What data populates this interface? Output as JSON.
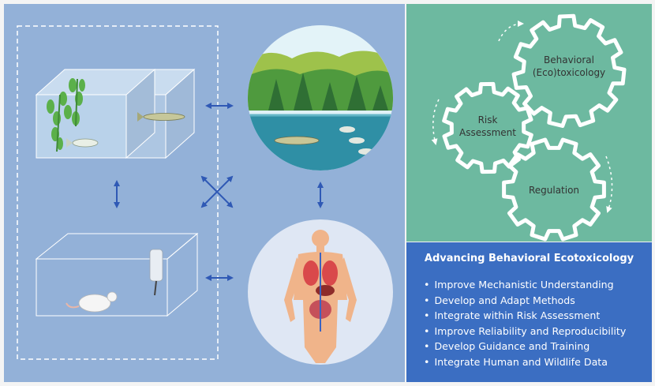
{
  "gears": {
    "behavioral_line1": "Behavioral",
    "behavioral_line2": "(Eco)toxicology",
    "risk_line1": "Risk",
    "risk_line2": "Assessment",
    "regulation": "Regulation"
  },
  "info": {
    "title": "Advancing Behavioral Ecotoxicology",
    "items": [
      "Improve Mechanistic Understanding",
      "Develop and Adapt Methods",
      "Integrate within Risk Assessment",
      "Improve Reliability and Reproducibility",
      "Develop Guidance and Training",
      "Integrate Human and Wildlife Data"
    ]
  },
  "colors": {
    "left_panel": "#93b1d8",
    "gear_panel": "#6db9a0",
    "info_panel": "#3b6ec2",
    "arrow": "#2f59b5"
  },
  "icons": [
    "aquarium-icon",
    "lake-scene-icon",
    "rat-cage-icon",
    "human-body-icon",
    "gear-icon",
    "double-arrow-icon"
  ]
}
